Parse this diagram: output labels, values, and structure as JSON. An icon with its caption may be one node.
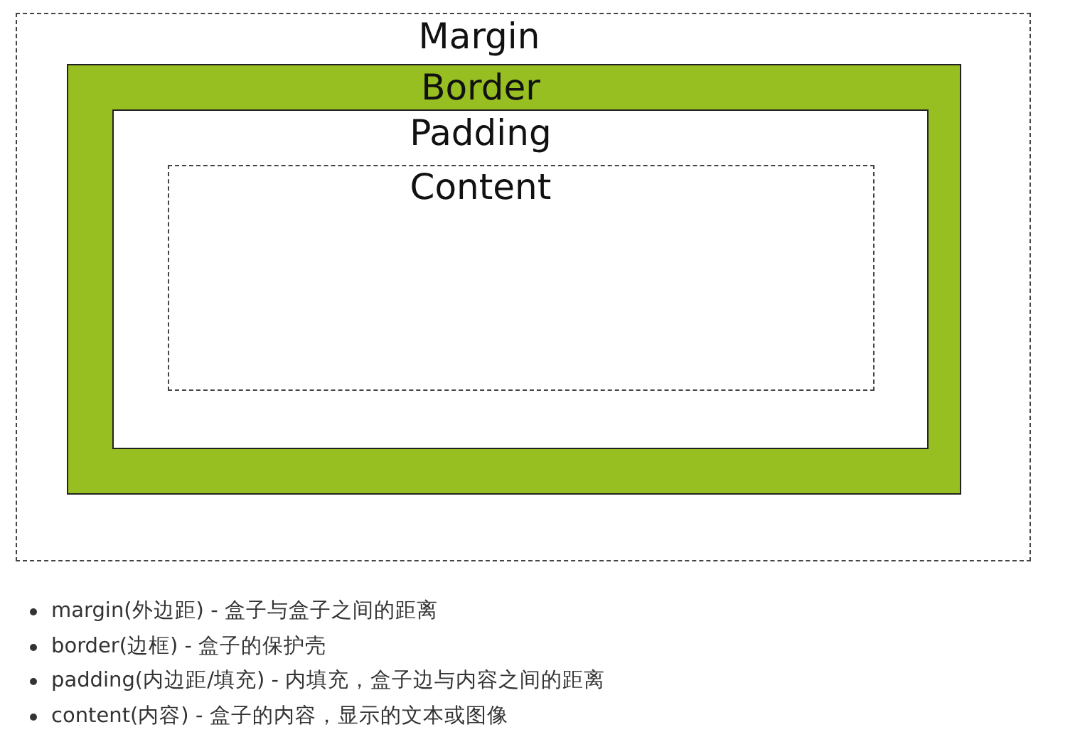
{
  "diagram": {
    "nodes": [
      {
        "text": [
          "Margin"
        ]
      },
      {
        "text": [
          "Border"
        ],
        "in": 0
      },
      {
        "text": [
          "Padding"
        ],
        "in": 1
      },
      {
        "text": [
          "Content"
        ],
        "in": 2
      }
    ],
    "labels": [
      "margin(外边距) - 盒子与盒子之间的距离",
      "border(边框) - 盒子的保护壳",
      "padding(内边距/填充) - 内填充，盒子边与内容之间的距离",
      "content(内容) - 盒子的内容，显示的文本或图像"
    ]
  }
}
